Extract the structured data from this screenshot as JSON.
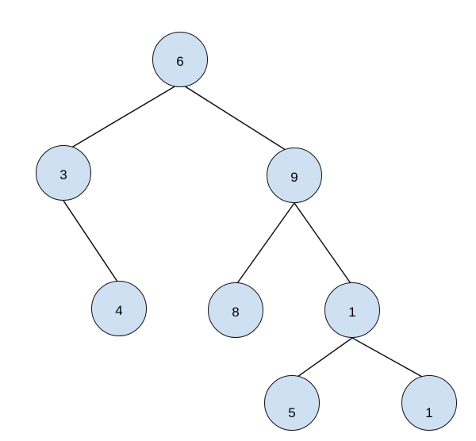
{
  "diagram": {
    "type": "binary-tree",
    "colors": {
      "node_fill": "#cfe0f3",
      "node_stroke": "#111111",
      "edge": "#111111",
      "background": "#ffffff"
    },
    "nodes": {
      "root": {
        "value": "6"
      },
      "left": {
        "value": "3"
      },
      "right": {
        "value": "9"
      },
      "left_right": {
        "value": "4"
      },
      "right_left": {
        "value": "8"
      },
      "right_right": {
        "value": "1"
      },
      "right_right_left": {
        "value": "5"
      },
      "right_right_right": {
        "value": "1"
      }
    },
    "edges": [
      [
        "root",
        "left"
      ],
      [
        "root",
        "right"
      ],
      [
        "left",
        "left_right"
      ],
      [
        "right",
        "right_left"
      ],
      [
        "right",
        "right_right"
      ],
      [
        "right_right",
        "right_right_left"
      ],
      [
        "right_right",
        "right_right_right"
      ]
    ]
  }
}
